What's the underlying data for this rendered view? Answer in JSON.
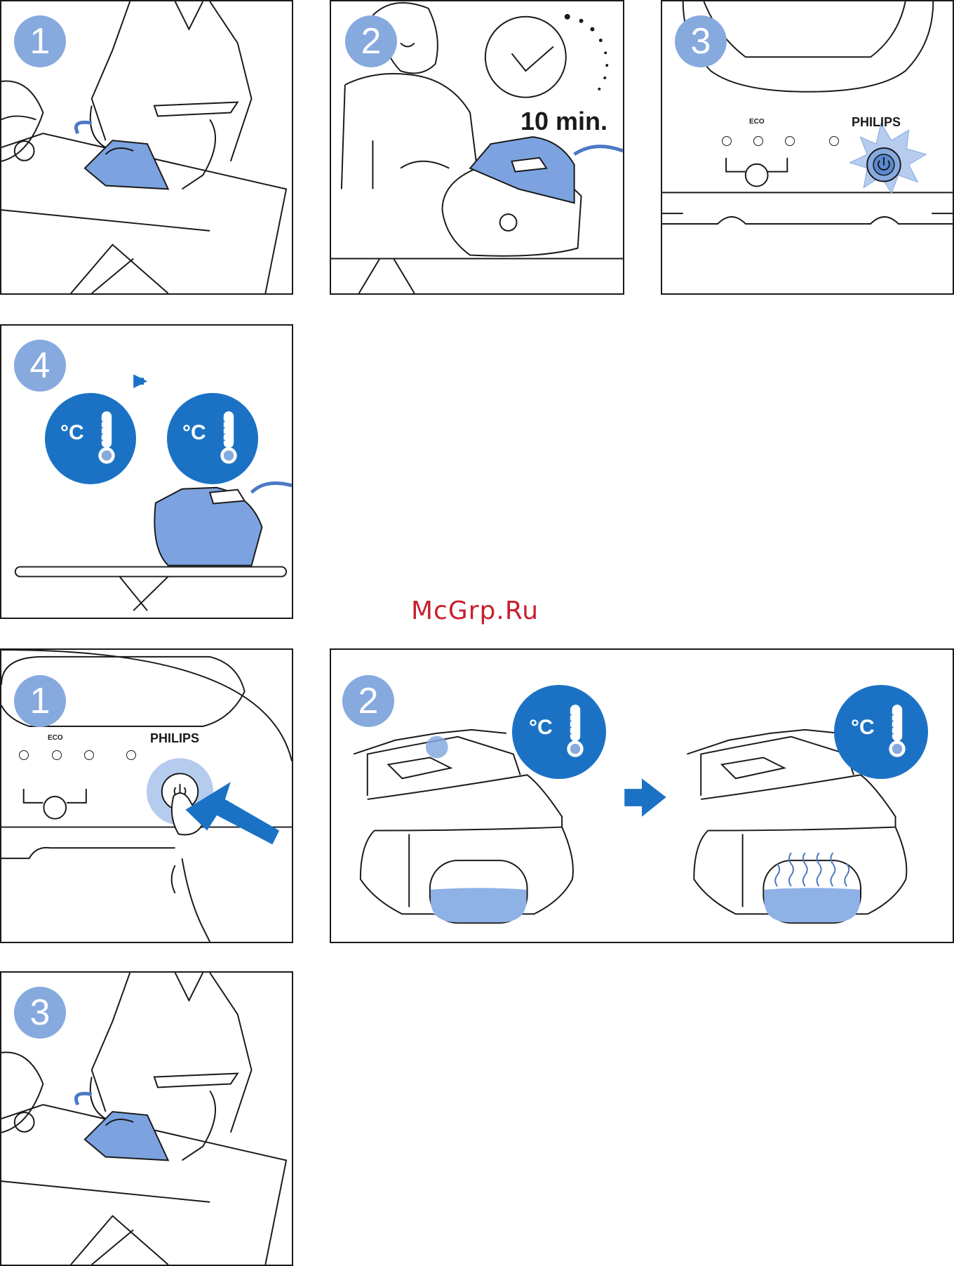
{
  "watermark": "McGrp.Ru",
  "steps": {
    "s1": "1",
    "s2": "2",
    "s3": "3",
    "s4": "4",
    "b1": "1",
    "b2": "2",
    "b3": "3"
  },
  "timer_label": "10 min.",
  "brand": "PHILIPS",
  "eco_label": "ECO",
  "degree_label": "°C",
  "colors": {
    "accent_blue": "#1b72c4",
    "badge_blue": "#86a9de",
    "iron_blue": "#7ca3e0",
    "water_blue": "#8fb2e6",
    "watermark_red": "#c8202f"
  },
  "icons": [
    "clock-icon",
    "thermometer-icon",
    "power-icon",
    "arrow-right-icon",
    "iron-icon",
    "steam-icon"
  ]
}
